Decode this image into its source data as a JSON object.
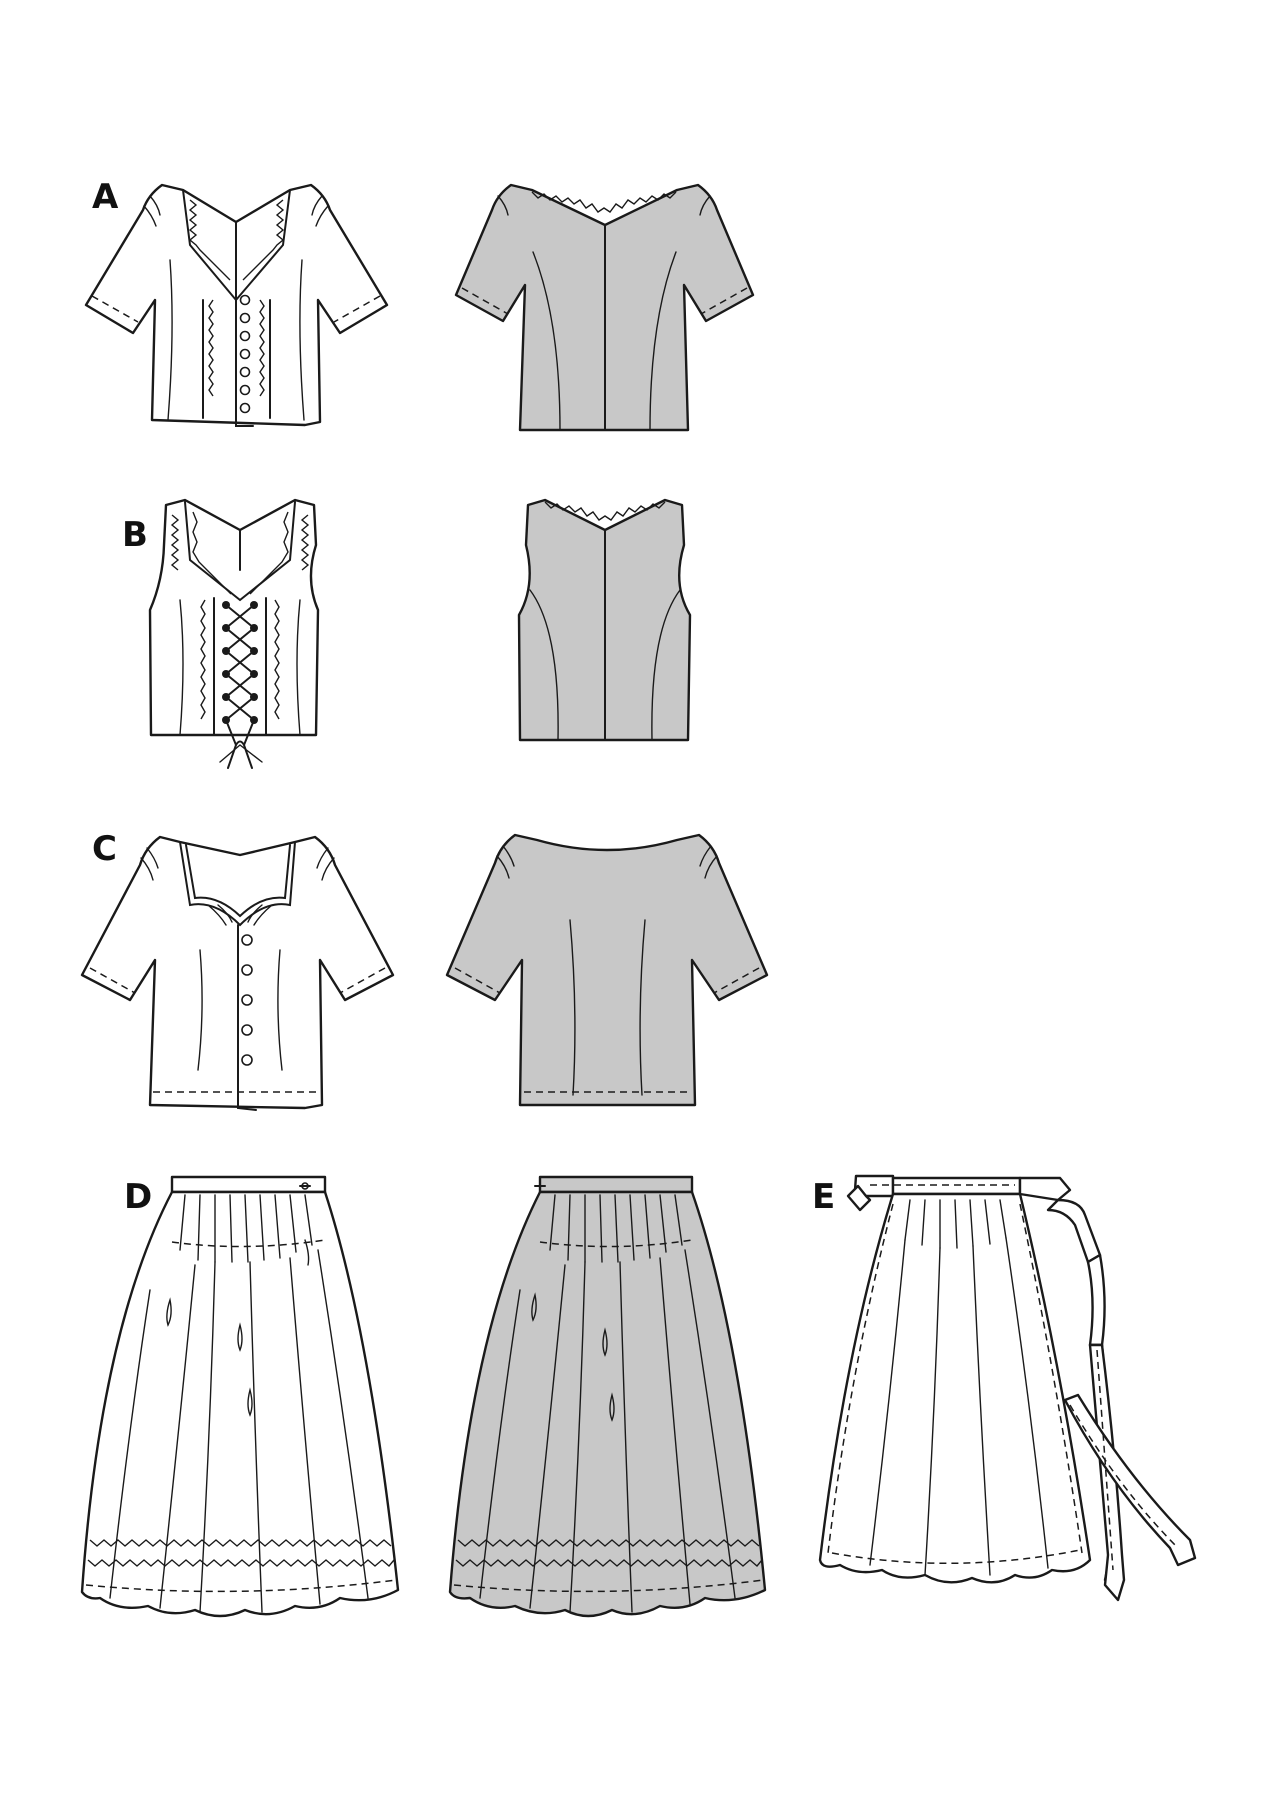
{
  "labels": [
    "A",
    "B",
    "C",
    "D",
    "E"
  ],
  "colors": {
    "back_view_fill": "#c8c8c8",
    "front_view_fill": "#ffffff",
    "line": "#1a1a1a"
  }
}
